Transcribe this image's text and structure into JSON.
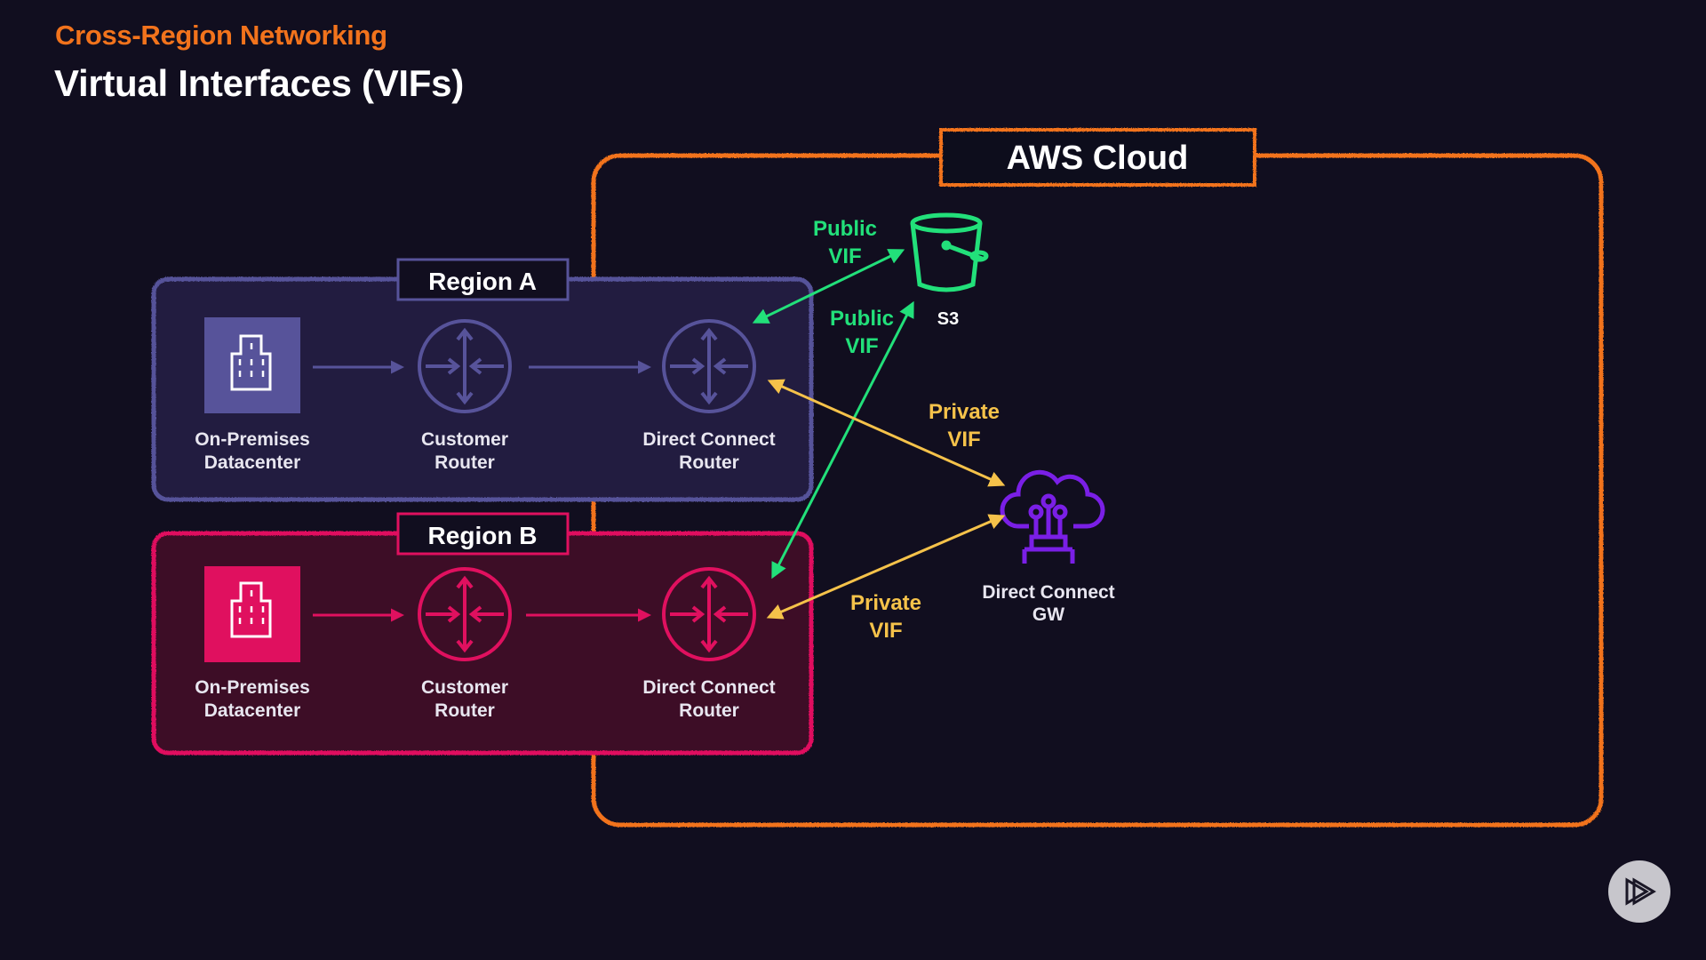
{
  "header": {
    "subtitle": "Cross-Region Networking",
    "title": "Virtual Interfaces (VIFs)"
  },
  "colors": {
    "background": "#110e1f",
    "accent_orange": "#f2731c",
    "region_a": "#57539a",
    "region_a_fill": "#221f3f",
    "region_b": "#e0105f",
    "region_b_fill": "#3c0a28",
    "public_vif": "#22e07a",
    "private_vif": "#f5c24a",
    "dc_gateway": "#7a1fe6",
    "text": "#ffffff"
  },
  "aws_cloud": {
    "label": "AWS Cloud",
    "services": {
      "s3": {
        "label": "S3",
        "icon": "s3-bucket-icon"
      },
      "dc_gateway": {
        "label_line1": "Direct Connect",
        "label_line2": "GW",
        "icon": "direct-connect-gateway-icon"
      }
    }
  },
  "regions": [
    {
      "label": "Region A",
      "nodes": [
        {
          "line1": "On-Premises",
          "line2": "Datacenter",
          "icon": "building-icon"
        },
        {
          "line1": "Customer",
          "line2": "Router",
          "icon": "router-icon"
        },
        {
          "line1": "Direct Connect",
          "line2": "Router",
          "icon": "router-icon"
        }
      ]
    },
    {
      "label": "Region B",
      "nodes": [
        {
          "line1": "On-Premises",
          "line2": "Datacenter",
          "icon": "building-icon"
        },
        {
          "line1": "Customer",
          "line2": "Router",
          "icon": "router-icon"
        },
        {
          "line1": "Direct Connect",
          "line2": "Router",
          "icon": "router-icon"
        }
      ]
    }
  ],
  "connections": [
    {
      "type": "Public",
      "line1": "Public",
      "line2": "VIF",
      "from": "Region A Direct Connect Router",
      "to": "S3"
    },
    {
      "type": "Public",
      "line1": "Public",
      "line2": "VIF",
      "from": "Region B Direct Connect Router",
      "to": "S3"
    },
    {
      "type": "Private",
      "line1": "Private",
      "line2": "VIF",
      "from": "Region A Direct Connect Router",
      "to": "Direct Connect GW"
    },
    {
      "type": "Private",
      "line1": "Private",
      "line2": "VIF",
      "from": "Region B Direct Connect Router",
      "to": "Direct Connect GW"
    }
  ],
  "player": {
    "next_button": "next-icon"
  }
}
